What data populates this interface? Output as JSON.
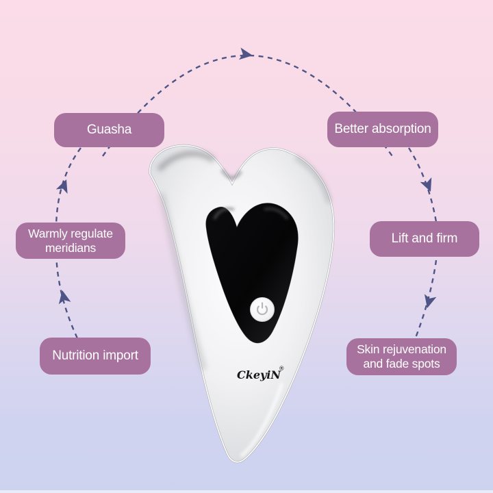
{
  "features": [
    {
      "id": "guasha",
      "label": "Guasha"
    },
    {
      "id": "better-absorption",
      "label": "Better absorption"
    },
    {
      "id": "warmly-regulate",
      "label": "Warmly regulate meridians"
    },
    {
      "id": "lift-and-firm",
      "label": "Lift and firm"
    },
    {
      "id": "nutrition-import",
      "label": "Nutrition import"
    },
    {
      "id": "skin-rejuvenation",
      "label": "Skin rejuvenation and fade spots"
    }
  ],
  "device": {
    "brand": "CkeyiN",
    "registered_mark": "®",
    "button_icon": "power-icon",
    "body_color": "#dcdde0",
    "panel_color": "#0a0a0d"
  },
  "style": {
    "pill_background": "#a7729d",
    "pill_text": "#ffffff",
    "connector_color": "#4e5586",
    "background_top": "#fbdce8",
    "background_bottom": "#cdd3ef"
  }
}
